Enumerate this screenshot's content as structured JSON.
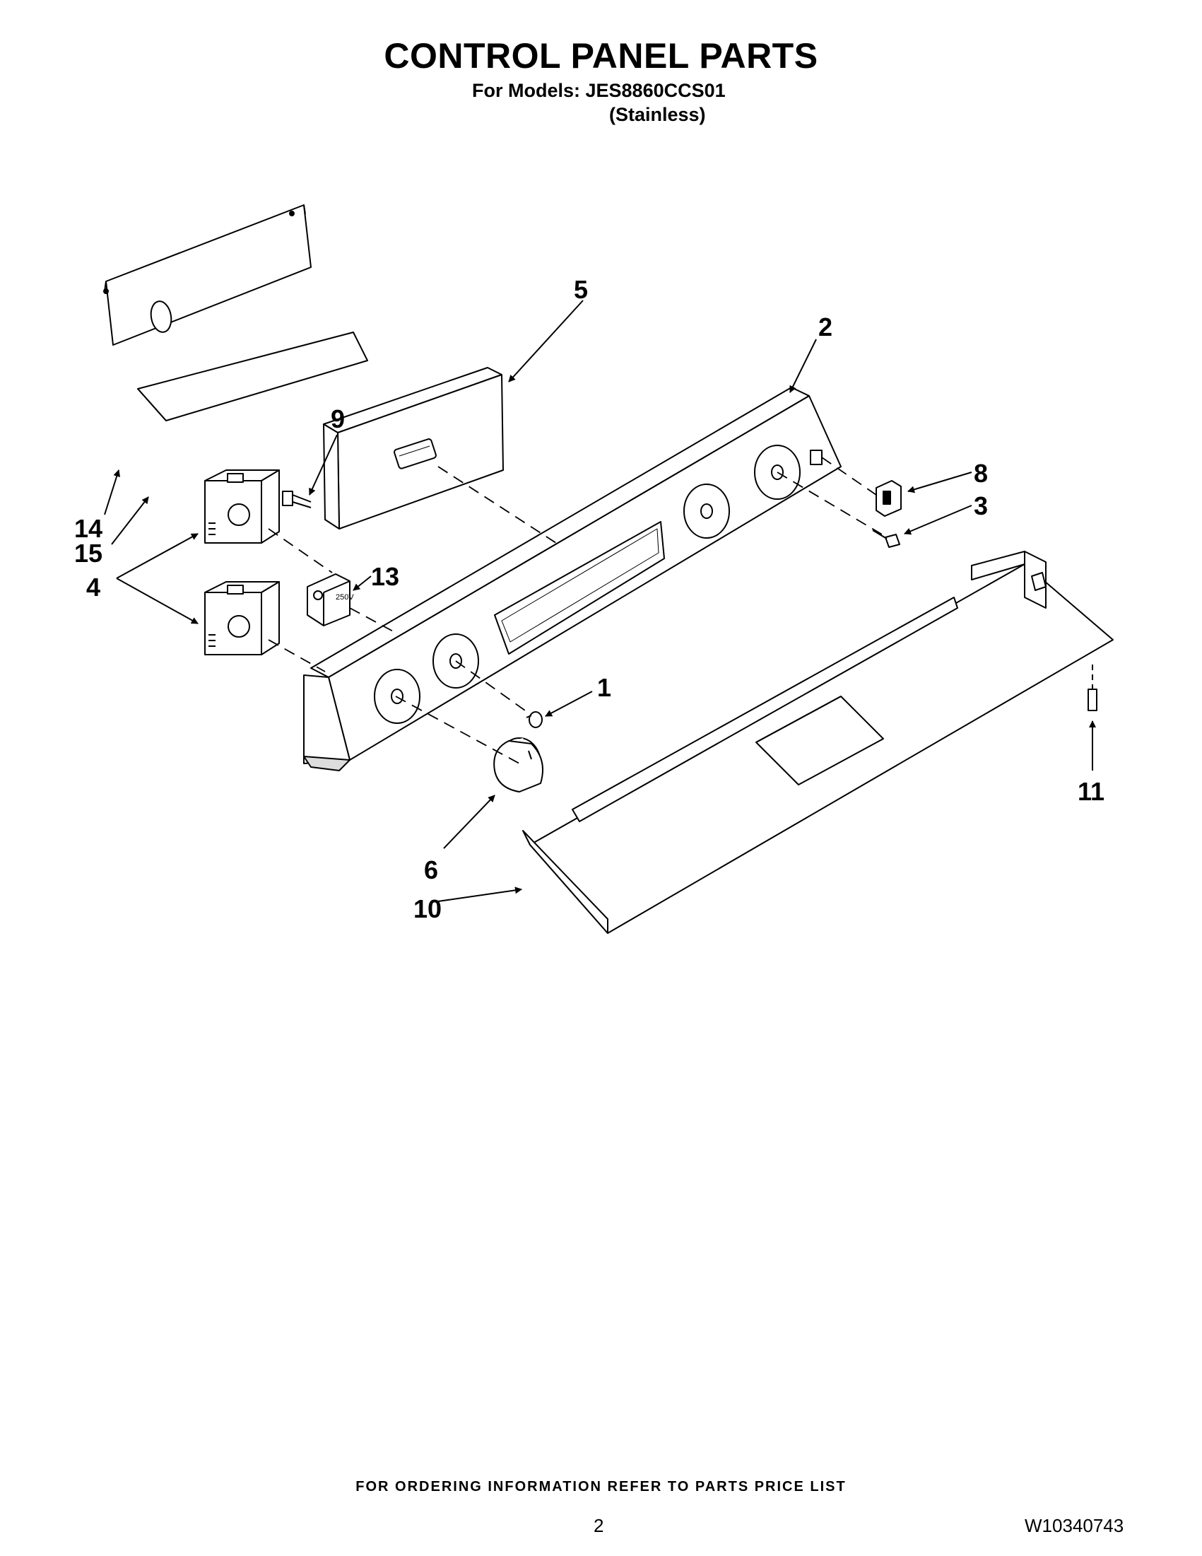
{
  "header": {
    "title": "CONTROL PANEL PARTS",
    "models_line": "For Models: JES8860CCS01",
    "finish_line": "(Stainless)"
  },
  "callouts": {
    "c1": "1",
    "c2": "2",
    "c3": "3",
    "c4": "4",
    "c5": "5",
    "c6": "6",
    "c8": "8",
    "c9": "9",
    "c10": "10",
    "c11": "11",
    "c13": "13",
    "c14": "14",
    "c15": "15"
  },
  "switch_label": "250V",
  "footer": {
    "ordering_note": "FOR ORDERING INFORMATION REFER TO PARTS PRICE LIST",
    "page_number": "2",
    "doc_number": "W10340743"
  }
}
